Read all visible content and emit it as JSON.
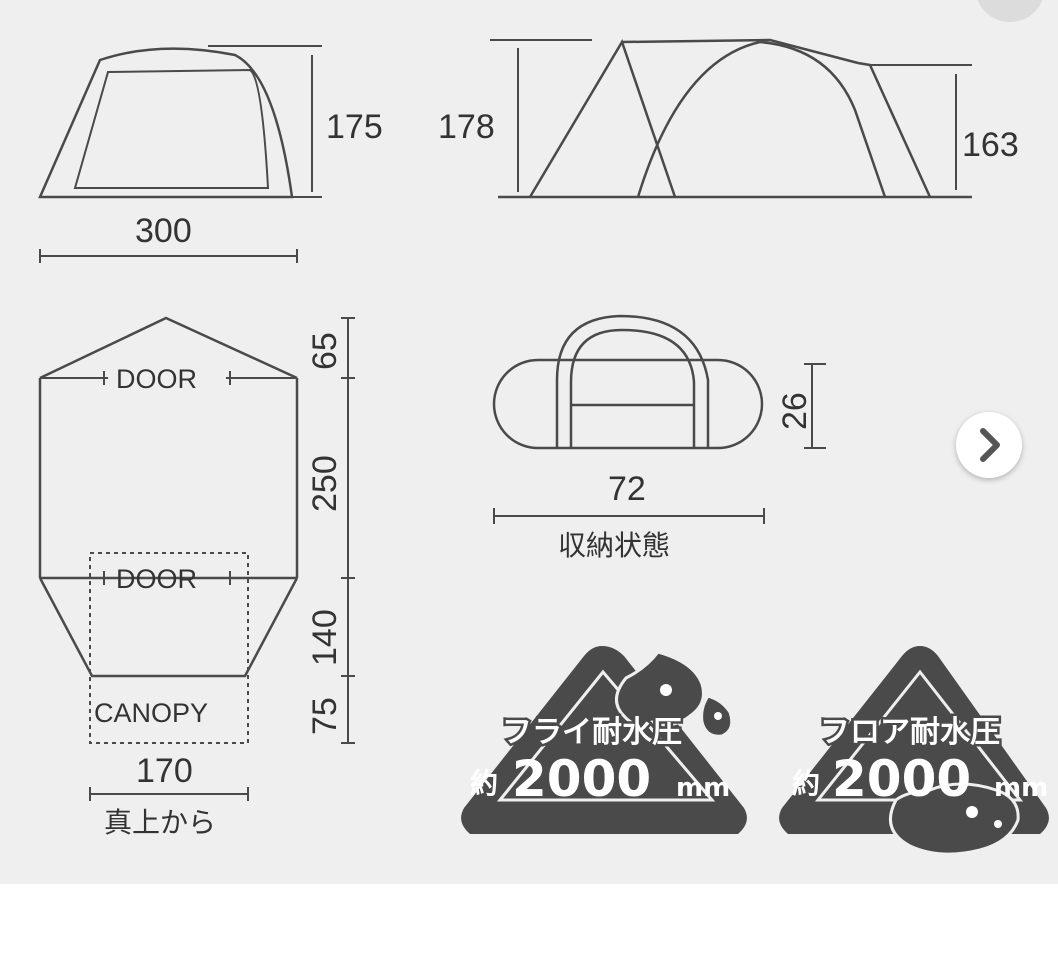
{
  "side_view": {
    "height": "175",
    "width": "300"
  },
  "front_view": {
    "height_left": "178",
    "height_right": "163"
  },
  "top_view": {
    "door_front": "DOOR",
    "door_rear": "DOOR",
    "canopy": "CANOPY",
    "dim_65": "65",
    "dim_250": "250",
    "dim_140": "140",
    "dim_75": "75",
    "width": "170",
    "caption": "真上から"
  },
  "packed": {
    "height": "26",
    "length": "72",
    "caption": "収納状態"
  },
  "badges": [
    {
      "label": "フライ耐水圧",
      "prefix": "約",
      "value": "2000",
      "unit": "mm"
    },
    {
      "label": "フロア耐水圧",
      "prefix": "約",
      "value": "2000",
      "unit": "mm"
    }
  ],
  "icons": {
    "next": "chevron-right-icon"
  }
}
